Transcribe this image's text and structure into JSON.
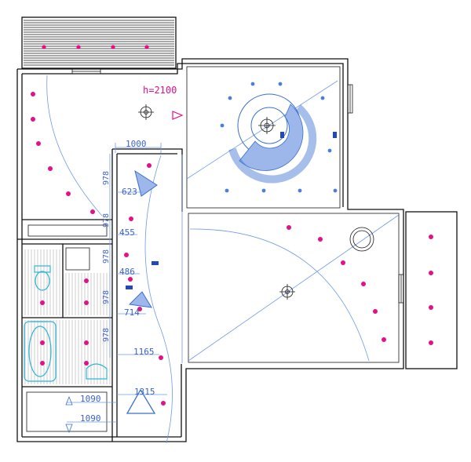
{
  "annotation": {
    "height_label": "h=2100"
  },
  "dimensions": {
    "top_horizontal": "1000",
    "vertical_labels": [
      "978",
      "978",
      "978",
      "978",
      "978"
    ],
    "corridor_widths": [
      "623",
      "455",
      "486",
      "714",
      "1165",
      "1315"
    ],
    "bottom_widths": [
      "1090",
      "1090"
    ]
  },
  "colors": {
    "walls": "#111111",
    "dimension_lines": "#6f9be6",
    "dimension_text": "#3d63c9",
    "pink_lights": "#e4108a",
    "blue_lights": "#4a7fe0",
    "bathroom_fixtures": "#29b7d6"
  },
  "icons": [
    "ceiling-light-fixture-icon",
    "downlight-icon",
    "arrow-icon"
  ]
}
